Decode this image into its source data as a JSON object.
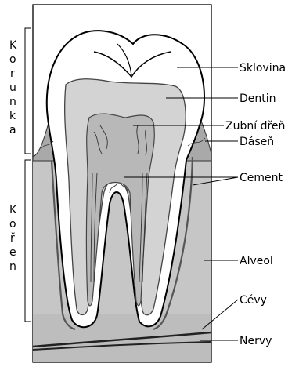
{
  "labels": {
    "sklovina": "Sklovina",
    "dentin": "Dentin",
    "zubni_dren": "Zubní dřeň",
    "dasen": "Dáseň",
    "cement": "Cement",
    "alveol": "Alveol",
    "cevy": "Cévy",
    "nervy": "Nervy"
  },
  "side_labels": {
    "korunka": [
      "K",
      "o",
      "r",
      "u",
      "n",
      "k",
      "a"
    ],
    "koren": [
      "K",
      "o",
      "ř",
      "e",
      "n"
    ]
  },
  "colors": {
    "bone": "#c4c4c4",
    "gum": "#ababab",
    "enamel": "#ffffff",
    "dentin": "#d2d2d2",
    "pulp": "#b9b9b9",
    "outline": "#000000"
  }
}
